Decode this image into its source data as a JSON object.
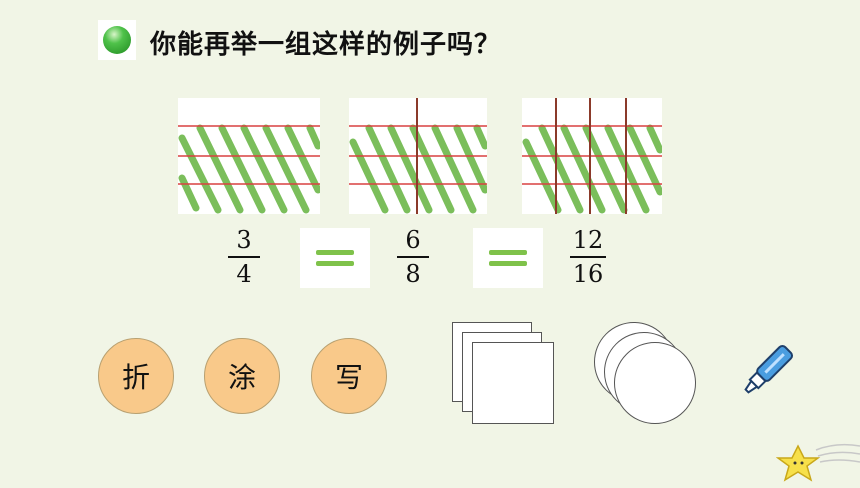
{
  "header": {
    "title": "你能再举一组这样的例子吗？"
  },
  "fractions": [
    {
      "numerator": "3",
      "denominator": "4"
    },
    {
      "numerator": "6",
      "denominator": "8"
    },
    {
      "numerator": "12",
      "denominator": "16"
    }
  ],
  "actions": [
    {
      "label": "折"
    },
    {
      "label": "涂"
    },
    {
      "label": "写"
    }
  ],
  "colors": {
    "accent_green": "#7fc24a",
    "button_fill": "#f9c98a",
    "grid_line": "#d94040",
    "fold_line": "#8b3a2a"
  },
  "icons": [
    "green-bullet-icon",
    "paper-squares-icon",
    "paper-circles-icon",
    "marker-pen-icon",
    "star-icon"
  ]
}
